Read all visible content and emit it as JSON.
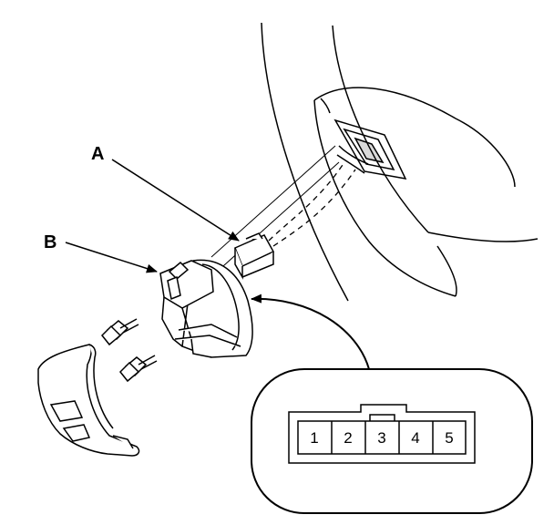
{
  "labels": {
    "a": "A",
    "b": "B"
  },
  "connector": {
    "pins": [
      "1",
      "2",
      "3",
      "4",
      "5"
    ]
  },
  "colors": {
    "line": "#000000",
    "background": "#ffffff"
  }
}
